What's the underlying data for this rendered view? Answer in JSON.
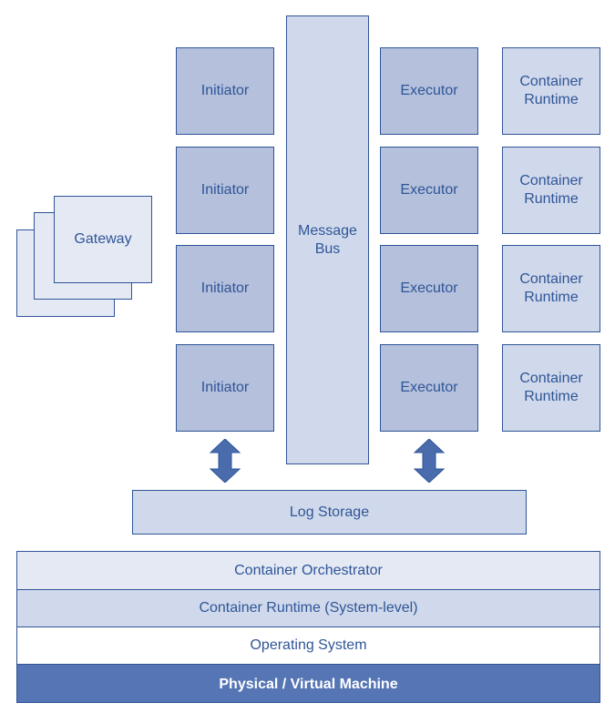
{
  "gateway": {
    "label": "Gateway"
  },
  "message_bus": {
    "label": "Message\nBus"
  },
  "initiators": [
    {
      "label": "Initiator"
    },
    {
      "label": "Initiator"
    },
    {
      "label": "Initiator"
    },
    {
      "label": "Initiator"
    }
  ],
  "executors": [
    {
      "label": "Executor"
    },
    {
      "label": "Executor"
    },
    {
      "label": "Executor"
    },
    {
      "label": "Executor"
    }
  ],
  "container_runtimes": [
    {
      "label": "Container\nRuntime"
    },
    {
      "label": "Container\nRuntime"
    },
    {
      "label": "Container\nRuntime"
    },
    {
      "label": "Container\nRuntime"
    }
  ],
  "log_storage": {
    "label": "Log Storage"
  },
  "stack": {
    "orchestrator": "Container Orchestrator",
    "runtime": "Container Runtime (System-level)",
    "os": "Operating System",
    "machine": "Physical / Virtual Machine"
  },
  "colors": {
    "accent": "#2f5597",
    "box_dark": "#b4c0dc",
    "box_mid": "#d0d9eb",
    "box_light": "#e4e9f4",
    "machine_fill": "#5575b4",
    "arrow_fill": "#4a6cad"
  }
}
